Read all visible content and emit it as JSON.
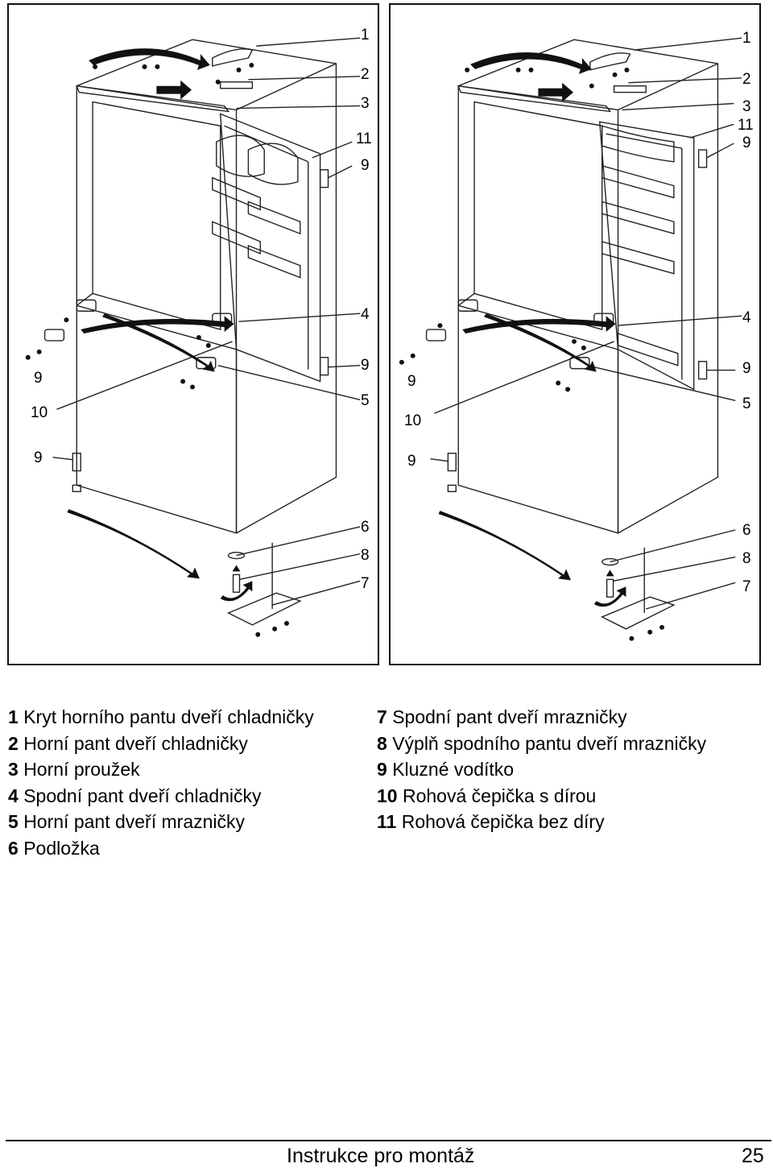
{
  "diagram": {
    "left_callouts": [
      "1",
      "2",
      "3",
      "11",
      "9",
      "4",
      "9",
      "5",
      "10",
      "9",
      "9",
      "6",
      "8",
      "7"
    ],
    "right_callouts": [
      "1",
      "2",
      "3",
      "11",
      "9",
      "4",
      "9",
      "5",
      "9",
      "10",
      "9",
      "6",
      "8",
      "7"
    ]
  },
  "legend": {
    "left": [
      {
        "num": "1",
        "text": "Kryt horního pantu dveří chladničky"
      },
      {
        "num": "2",
        "text": "Horní pant dveří chladničky"
      },
      {
        "num": "3",
        "text": "Horní proužek"
      },
      {
        "num": "4",
        "text": "Spodní pant dveří chladničky"
      },
      {
        "num": "5",
        "text": "Horní pant dveří mrazničky"
      },
      {
        "num": "6",
        "text": "Podložka"
      }
    ],
    "right": [
      {
        "num": "7",
        "text": "Spodní pant dveří mrazničky"
      },
      {
        "num": "8",
        "text": "Výplň spodního pantu dveří mrazničky"
      },
      {
        "num": "9",
        "text": "Kluzné vodítko"
      },
      {
        "num": "10",
        "text": "Rohová čepička s dírou"
      },
      {
        "num": "11",
        "text": "Rohová čepička bez díry"
      }
    ]
  },
  "footer": {
    "title": "Instrukce pro montáž",
    "page": "25"
  }
}
